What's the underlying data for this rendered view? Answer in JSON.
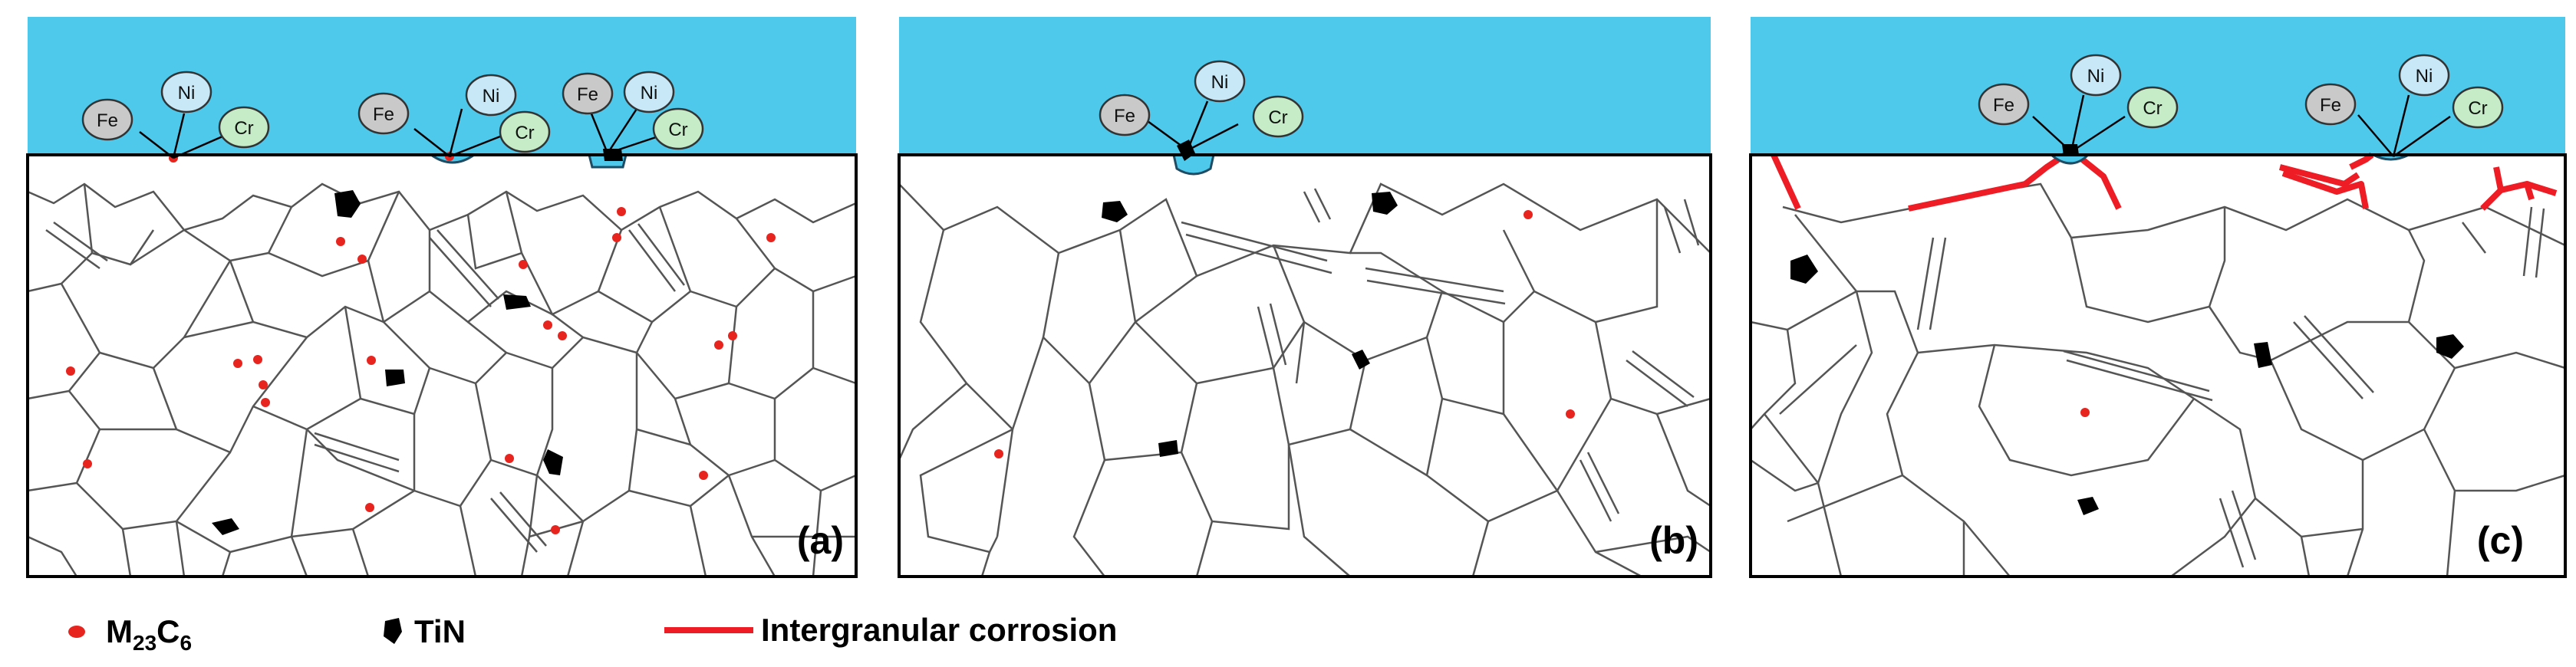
{
  "panels": [
    {
      "label": "(a)",
      "ions": [
        "Fe",
        "Ni",
        "Cr"
      ]
    },
    {
      "label": "(b)",
      "ions": [
        "Fe",
        "Ni",
        "Cr"
      ]
    },
    {
      "label": "(c)",
      "ions": [
        "Fe",
        "Ni",
        "Cr"
      ]
    }
  ],
  "legend": {
    "carbide_base": "M",
    "carbide_sub1": "23",
    "carbide_mid": "C",
    "carbide_sub2": "6",
    "nitride": "TiN",
    "corrosion": "Intergranular corrosion"
  },
  "colors": {
    "solution": "#4ec9ec",
    "carbide": "#e8241f",
    "corrosion": "#ee1c24",
    "grain_boundary": "#555555",
    "fe_bubble": "#c9c9c9",
    "ni_bubble": "#c9e8f7",
    "cr_bubble": "#c5ecc6"
  },
  "icons": {
    "carbide": "red-dot-icon",
    "nitride": "black-pentagon-icon",
    "corrosion": "red-line-icon"
  }
}
